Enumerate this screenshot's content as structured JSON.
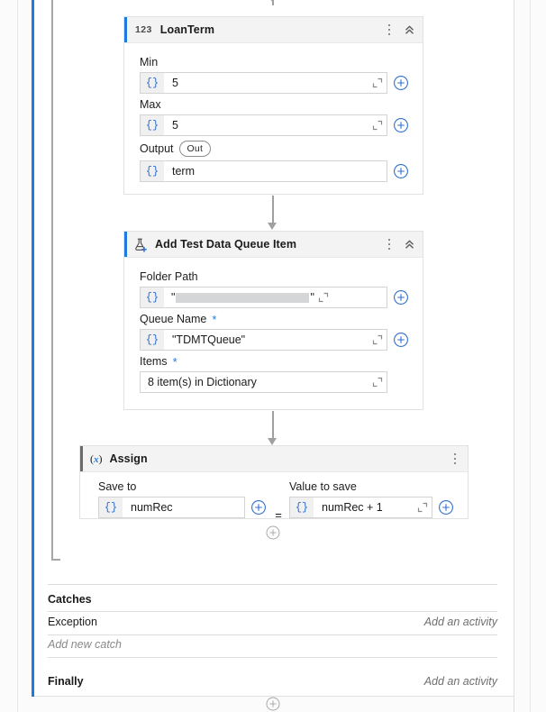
{
  "workflow": {
    "connectors": [
      "arrow-top",
      "arrow-loanterm-to-queue",
      "arrow-queue-to-assign"
    ],
    "activities": [
      {
        "id": "loan-term",
        "icon": "number-123-icon",
        "icon_label": "123",
        "title": "LoanTerm",
        "actions": [
          "more-options-icon",
          "collapse-chevron-icon"
        ],
        "fields": [
          {
            "label": "Min",
            "required": false,
            "prefix": "{}",
            "value": "5",
            "expandable": true,
            "has_plus": true
          },
          {
            "label": "Max",
            "required": false,
            "prefix": "{}",
            "value": "5",
            "expandable": true,
            "has_plus": true
          },
          {
            "label": "Output",
            "required": false,
            "pill": "Out",
            "prefix": "{}",
            "value": "term",
            "expandable": false,
            "has_plus": true
          }
        ]
      },
      {
        "id": "add-test-data-queue-item",
        "icon": "flask-add-icon",
        "title": "Add Test Data Queue Item",
        "actions": [
          "more-options-icon",
          "collapse-chevron-icon"
        ],
        "fields": [
          {
            "label": "Folder Path",
            "required": false,
            "prefix": "{}",
            "value": "",
            "redacted": true,
            "quote_open": "\"",
            "quote_close": "\"",
            "expandable": true,
            "has_plus": true
          },
          {
            "label": "Queue Name",
            "required": true,
            "prefix": "{}",
            "value": "\"TDMTQueue\"",
            "expandable": true,
            "has_plus": true
          },
          {
            "label": "Items",
            "required": true,
            "prefix": "",
            "value": "8 item(s) in Dictionary",
            "expandable": true,
            "has_plus": false
          }
        ]
      },
      {
        "id": "assign",
        "icon": "variable-x-icon",
        "icon_label": "(x)",
        "title": "Assign",
        "actions": [
          "more-options-icon"
        ],
        "columns": [
          {
            "label": "Save to",
            "prefix": "{}",
            "value": "numRec",
            "expandable": false,
            "has_plus": true
          },
          {
            "label": "Value to save",
            "prefix": "{}",
            "value": "numRec + 1",
            "expandable": true,
            "has_plus": true
          }
        ],
        "operator": "="
      }
    ],
    "add_buttons": [
      "add-activity-in-try",
      "add-activity-bottom"
    ]
  },
  "catches": {
    "heading": "Catches",
    "rows": [
      {
        "name": "Exception",
        "action": "Add an activity"
      }
    ],
    "add_new": "Add new catch"
  },
  "finally": {
    "heading": "Finally",
    "action": "Add an activity"
  },
  "colors": {
    "accent": "#1f7ae0",
    "card_header": "#f3f3f3",
    "border": "#e2e2e2",
    "connector": "#a0a0a0",
    "muted_text": "#8a8a8a",
    "redaction": "#d4d6d8"
  }
}
